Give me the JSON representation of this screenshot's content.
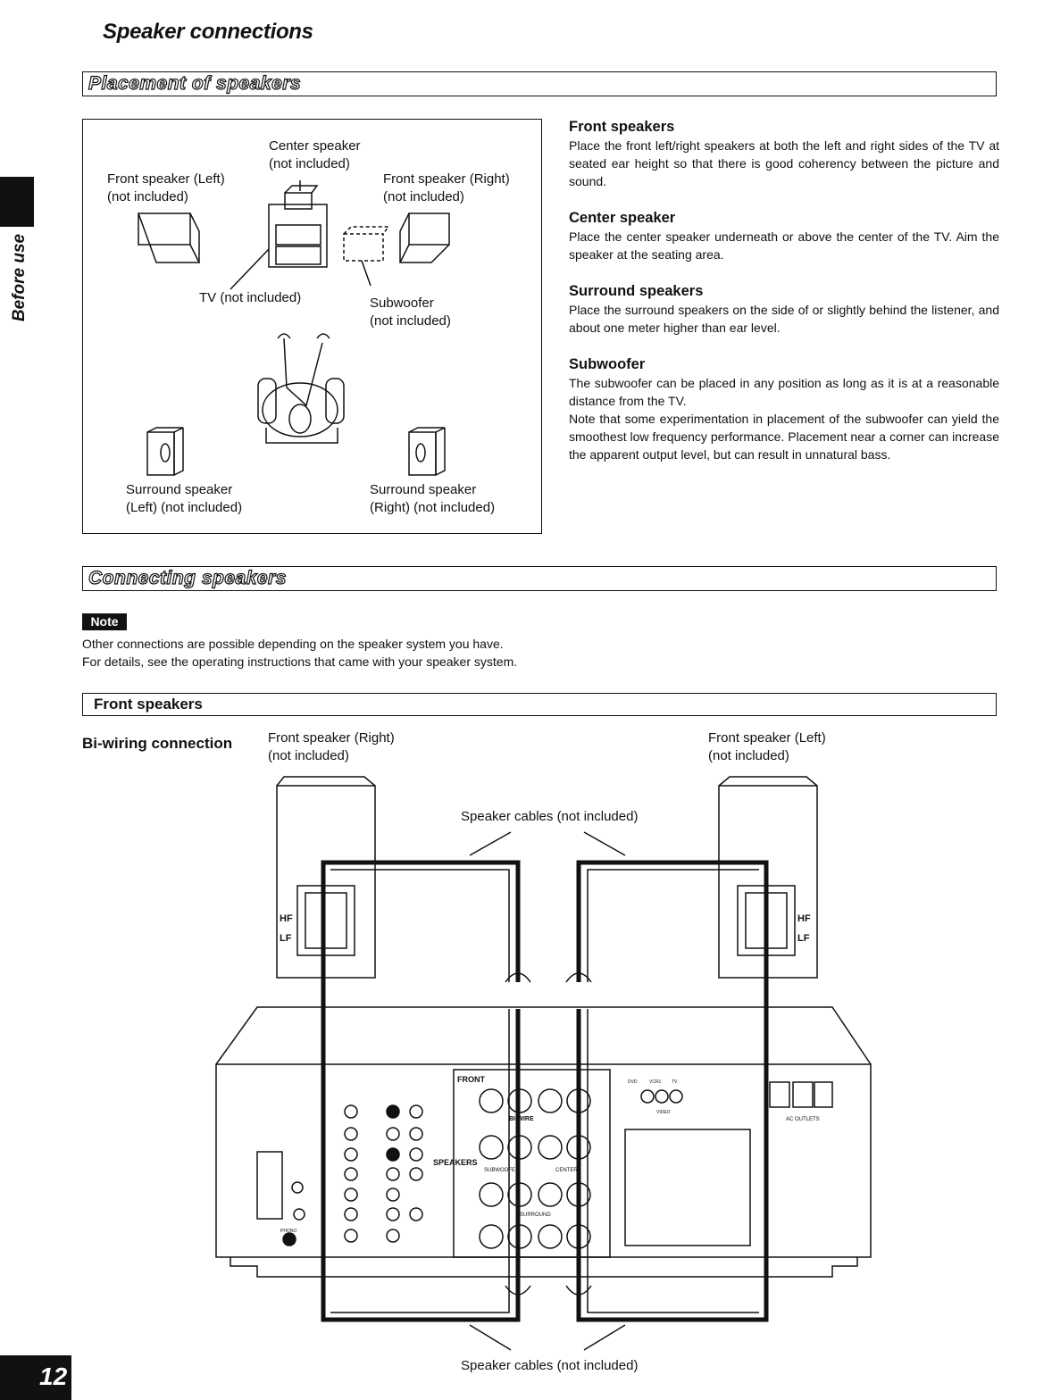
{
  "page": {
    "title": "Speaker connections",
    "side_tab": "Before use",
    "page_number": "12"
  },
  "placement": {
    "section_title": "Placement of speakers",
    "diagram": {
      "center_speaker": "Center speaker\n(not included)",
      "front_left": "Front speaker (Left)\n(not included)",
      "front_right": "Front speaker (Right)\n(not included)",
      "tv": "TV (not included)",
      "subwoofer": "Subwoofer\n(not included)",
      "surround_left": "Surround speaker\n(Left) (not included)",
      "surround_right": "Surround speaker\n(Right) (not included)"
    },
    "descriptions": [
      {
        "heading": "Front speakers",
        "text": "Place the front left/right speakers at both the left and right sides of the TV at seated ear height so that there is good coherency between the picture and sound."
      },
      {
        "heading": "Center speaker",
        "text": "Place the center speaker underneath or above the center of the TV. Aim the speaker at the seating area."
      },
      {
        "heading": "Surround speakers",
        "text": "Place the surround speakers on the side of or slightly behind the listener, and about one meter higher than ear level."
      },
      {
        "heading": "Subwoofer",
        "text": "The subwoofer can be placed in any position as long as it is at a reasonable distance from the TV.\nNote that some experimentation in placement of the subwoofer can yield the smoothest low frequency performance. Placement near a corner can increase the apparent output level, but can result in unnatural bass."
      }
    ]
  },
  "connecting": {
    "section_title": "Connecting speakers",
    "note_badge": "Note",
    "note_lines": [
      "Other connections are possible depending on the speaker system you have.",
      "For details, see the operating instructions that came with your speaker system."
    ],
    "subsection_title": "Front speakers",
    "biwiring_title": "Bi-wiring connection",
    "front_right_label": "Front speaker (Right)\n(not included)",
    "front_left_label": "Front speaker (Left)\n(not included)",
    "cables_top": "Speaker cables (not included)",
    "cables_bottom": "Speaker cables (not included)",
    "hf": "HF",
    "lf": "LF",
    "panel_front": "FRONT",
    "panel_speakers": "SPEAKERS",
    "panel_biwire": "BI-WIRE",
    "panel_subwoofer": "SUBWOOFER",
    "panel_center": "CENTER",
    "panel_surround": "SURROUND",
    "panel_ac_outlets": "AC OUTLETS",
    "panel_video": "VIDEO",
    "panel_dvd": "DVD",
    "panel_vcr1": "VCR1",
    "panel_tv": "TV",
    "panel_phono": "PHONO"
  }
}
